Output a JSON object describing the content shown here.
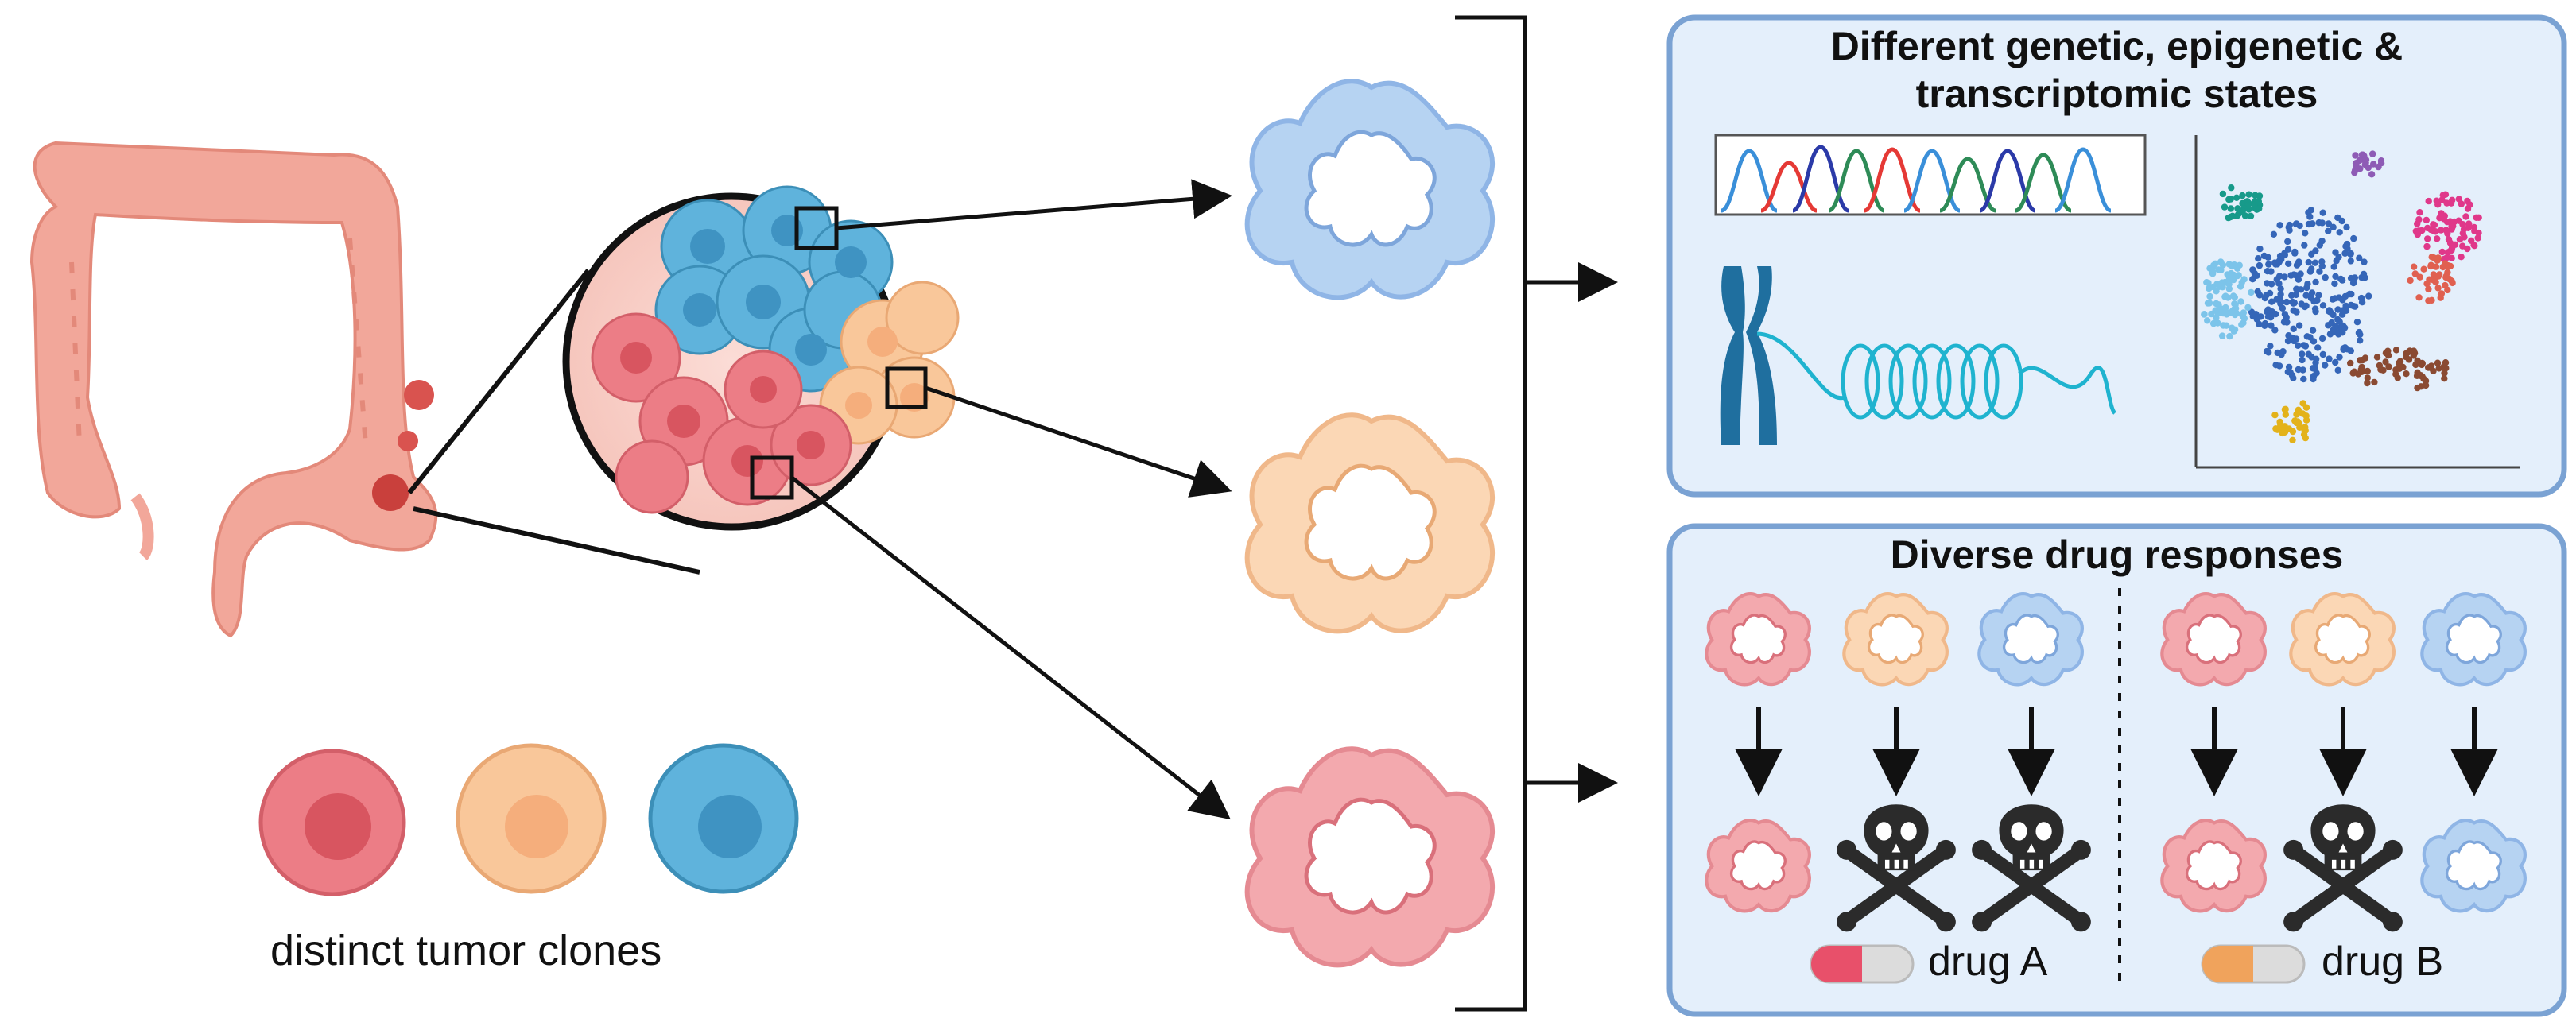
{
  "panels": {
    "states": {
      "title_line1": "Different genetic, epigenetic &",
      "title_line2": "transcriptomic states"
    },
    "responses": {
      "title": "Diverse drug responses",
      "drug_a_label": "drug A",
      "drug_b_label": "drug B"
    }
  },
  "legend": {
    "clones_label": "distinct tumor clones"
  },
  "colors": {
    "colon": "#f2a79a",
    "tumor_red": "#ec7d86",
    "tumor_orange": "#f9c79a",
    "tumor_blue": "#5fb3dc",
    "panel_fill": "#e4effb",
    "panel_border": "#7aa2d3"
  }
}
